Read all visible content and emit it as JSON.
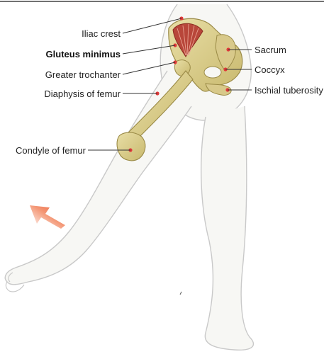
{
  "labels": {
    "iliac_crest": "Iliac crest",
    "gluteus_minimus": "Gluteus minimus",
    "greater_trochanter": "Greater trochanter",
    "diaphysis_of_femur": "Diaphysis of femur",
    "condyle_of_femur": "Condyle of femur",
    "sacrum": "Sacrum",
    "coccyx": "Coccyx",
    "ischial_tuberosity": "Ischial tuberosity"
  },
  "highlighted_label": "gluteus_minimus",
  "colors": {
    "skin_outline": "#c9c9c9",
    "skin_fill": "#f7f7f4",
    "bone": "#d9cc8a",
    "bone_shadow": "#a99a52",
    "muscle": "#b8463a",
    "marker": "#e03a3a",
    "arrow": "#ef6a3a",
    "leader_line": "#333333"
  },
  "icons": {
    "direction_arrow": "movement-arrow-icon"
  }
}
